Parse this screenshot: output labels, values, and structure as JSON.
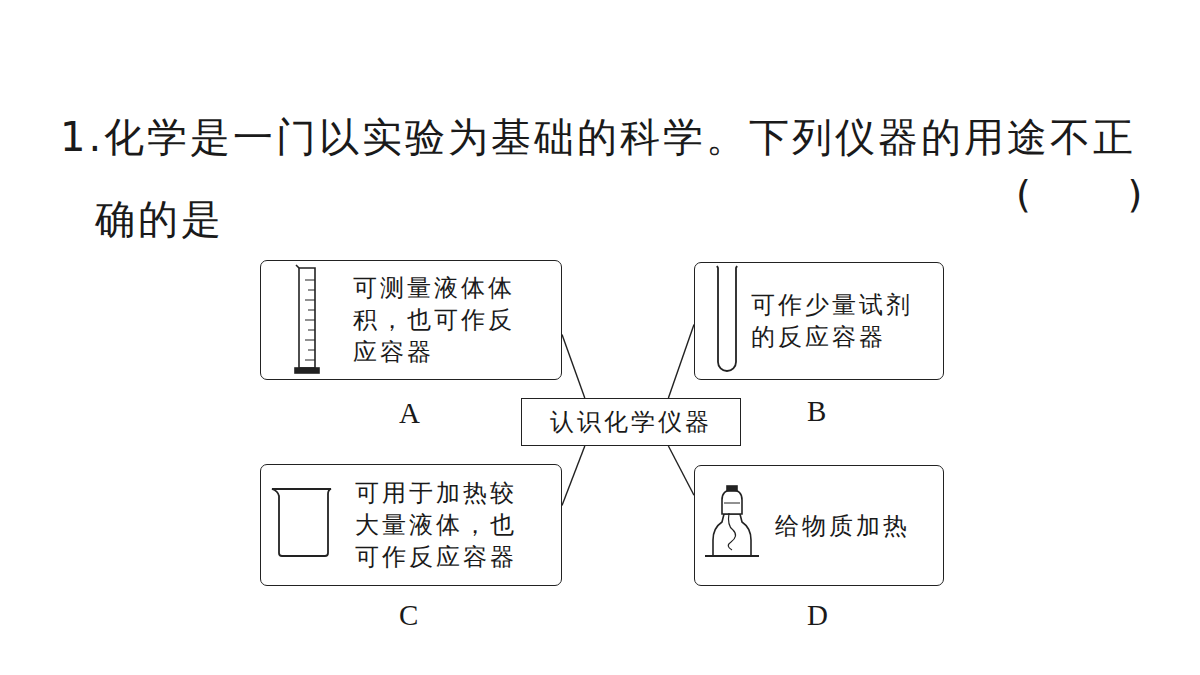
{
  "diagram": {
    "title": "1.化学是一门以实验为基础的科学。下列仪器的用途不正确的是",
    "nodes": [
      {
        "text": [
          "可测量液体体积，也可作反应容器"
        ]
      },
      {
        "text": [
          "可作少量试剂的反应容器"
        ]
      },
      {
        "text": [
          "认识化学仪器"
        ]
      },
      {
        "text": [
          "可用于加热较大量液体，也可作反应容器"
        ]
      },
      {
        "text": [
          "给物质加热"
        ]
      }
    ],
    "edges": [
      {
        "from": 2,
        "to": 0,
        "arrow": "none"
      },
      {
        "from": 2,
        "to": 1,
        "arrow": "none"
      },
      {
        "from": 2,
        "to": 3,
        "arrow": "none"
      },
      {
        "from": 2,
        "to": 4,
        "arrow": "none"
      }
    ],
    "labels": [
      "(        )",
      "A",
      "B",
      "C",
      "D"
    ]
  }
}
